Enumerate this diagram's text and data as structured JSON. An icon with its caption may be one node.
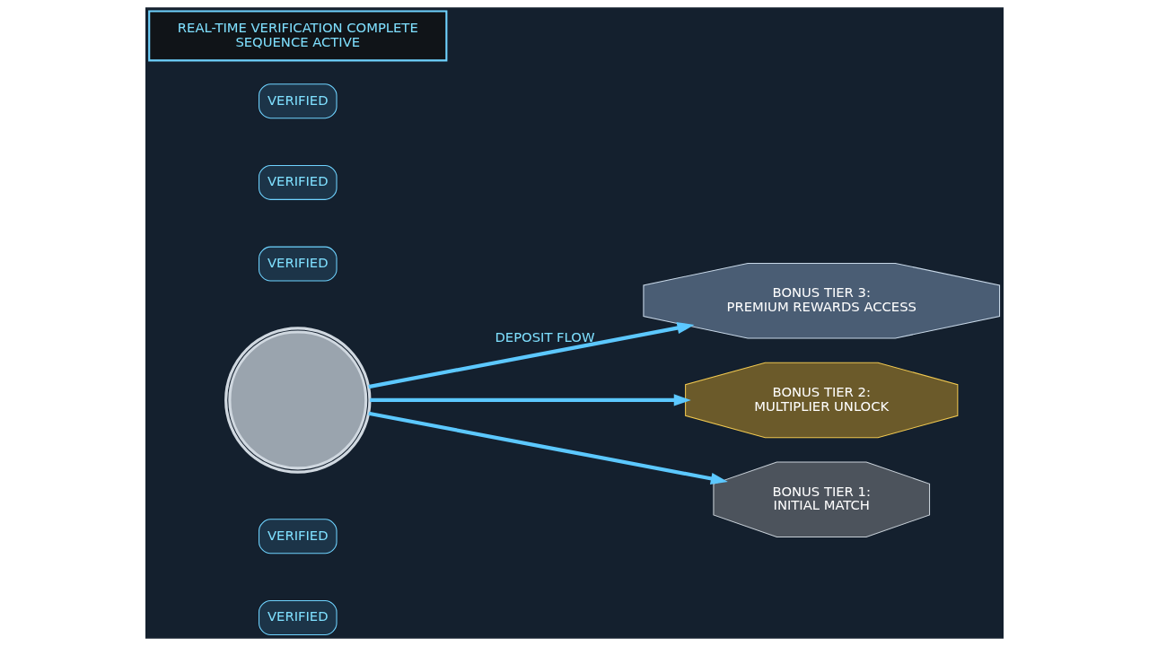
{
  "diagram": {
    "nodes": [
      {
        "text": [
          "VERIFIED"
        ]
      },
      {
        "text": [
          "VERIFIED"
        ]
      },
      {
        "text": [
          "VERIFIED"
        ]
      },
      {
        "text": [
          "VERIFIED"
        ]
      },
      {
        "text": [
          "VERIFIED"
        ]
      },
      {
        "text": [],
        "shape": "circle"
      },
      {
        "text": [
          "BONUS TIER 3:",
          "PREMIUM REWARDS ACCESS"
        ]
      },
      {
        "text": [
          "BONUS TIER 2:",
          "MULTIPLIER UNLOCK"
        ]
      },
      {
        "text": [
          "BONUS TIER 1:",
          "INITIAL MATCH"
        ]
      },
      {
        "text": [
          "REAL-TIME VERIFICATION COMPLETE",
          "SEQUENCE ACTIVE"
        ]
      }
    ],
    "edges": [
      {
        "from": 5,
        "to": 6,
        "arrow": "to",
        "label": "DEPOSIT FLOW"
      },
      {
        "from": 5,
        "to": 7,
        "arrow": "to"
      },
      {
        "from": 5,
        "to": 8,
        "arrow": "to"
      }
    ]
  }
}
